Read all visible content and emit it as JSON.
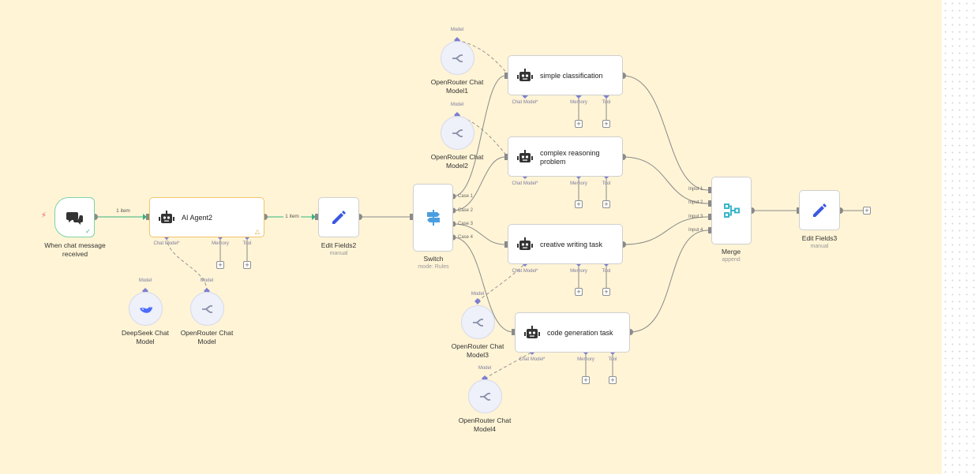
{
  "trigger": {
    "title_line1": "When chat message",
    "title_line2": "received",
    "icon": "chat-bubbles-icon"
  },
  "agent_main": {
    "title": "AI Agent2",
    "chat_model": "Chat Model*",
    "memory": "Memory",
    "tool": "Tool"
  },
  "edit_fields2": {
    "title": "Edit Fields2",
    "subtitle": "manual"
  },
  "edit_fields3": {
    "title": "Edit Fields3",
    "subtitle": "manual"
  },
  "switch": {
    "title": "Switch",
    "subtitle": "mode: Rules",
    "cases": [
      "Case 1",
      "Case 2",
      "Case 3",
      "Case 4"
    ]
  },
  "merge": {
    "title": "Merge",
    "subtitle": "append",
    "inputs": [
      "Input 1",
      "Input 2",
      "Input 3",
      "Input 4"
    ]
  },
  "connections": {
    "item1": "1 item",
    "item2": "1 item"
  },
  "agents": [
    {
      "title": "simple classification"
    },
    {
      "title": "complex reasoning",
      "title2": "problem"
    },
    {
      "title": "creative writing task"
    },
    {
      "title": "code generation task"
    }
  ],
  "ports": {
    "chat_model": "Chat Model*",
    "memory": "Memory",
    "tool": "Tool",
    "model": "Model"
  },
  "models": [
    {
      "name1": "DeepSeek Chat",
      "name2": "Model"
    },
    {
      "name1": "OpenRouter Chat",
      "name2": "Model"
    },
    {
      "name1": "OpenRouter Chat",
      "name2": "Model1"
    },
    {
      "name1": "OpenRouter Chat",
      "name2": "Model2"
    },
    {
      "name1": "OpenRouter Chat",
      "name2": "Model3"
    },
    {
      "name1": "OpenRouter Chat",
      "name2": "Model4"
    }
  ],
  "colors": {
    "canvas": "#fff4d6",
    "wire": "#8a8a8a",
    "active_wire": "#36b37e",
    "port": "#7b7fd1",
    "edit_blue": "#3a58e0",
    "switch_blue": "#4a9ee0",
    "merge_teal": "#38b6c8"
  }
}
